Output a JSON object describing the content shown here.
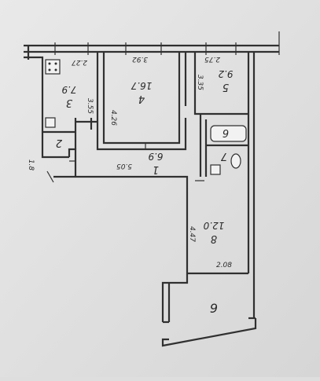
{
  "colors": {
    "paper": "#e6e6e6",
    "ink": "#303030"
  },
  "rooms": [
    {
      "key": "r4",
      "number": "4",
      "area": "16.7"
    },
    {
      "key": "r3",
      "number": "3",
      "area": "7.9"
    },
    {
      "key": "r5",
      "number": "5",
      "area": "9.2"
    },
    {
      "key": "r6",
      "number": "6"
    },
    {
      "key": "r7",
      "number": "7"
    },
    {
      "key": "r2",
      "number": "2"
    },
    {
      "key": "r1",
      "number": "1",
      "area": "6.9"
    },
    {
      "key": "r8",
      "number": "8",
      "area": "12.0"
    },
    {
      "key": "r9",
      "number": "9"
    }
  ],
  "dimensions": {
    "d_top_left": "2.27",
    "d_top_mid": "3.92",
    "d_top_right": "2.75",
    "d_kitchen_side": "3.55",
    "d_room4_side": "4.26",
    "d_room5_side": "3.35",
    "d_corridor": "5.05",
    "d_left_side": "1.8",
    "d_room8_side": "4.47",
    "d_room8_bottom": "2.08"
  }
}
